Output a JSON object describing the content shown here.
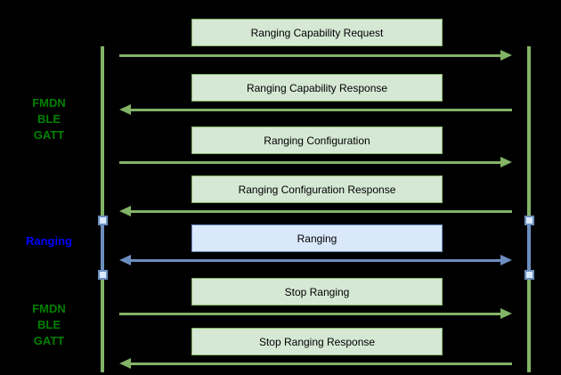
{
  "diagram": {
    "type": "sequence-diagram",
    "colors": {
      "background": "#000000",
      "green_box_fill": "#d5e8d4",
      "green_box_border": "#82b366",
      "green_arrow": "#82b366",
      "blue_box_fill": "#dae8fc",
      "blue_box_border": "#6c8ebf",
      "blue_arrow": "#6c8ebf",
      "phase_green_text": "#008000",
      "phase_blue_text": "#0000ff",
      "message_text": "#000000"
    },
    "phases": [
      {
        "lines": [
          "FMDN",
          "BLE",
          "GATT"
        ],
        "color": "#008000"
      },
      {
        "lines": [
          "Ranging"
        ],
        "color": "#0000ff"
      },
      {
        "lines": [
          "FMDN",
          "BLE",
          "GATT"
        ],
        "color": "#008000"
      }
    ],
    "messages": [
      {
        "label": "Ranging Capability Request",
        "direction": "right",
        "theme": "green"
      },
      {
        "label": "Ranging Capability Response",
        "direction": "left",
        "theme": "green"
      },
      {
        "label": "Ranging Configuration",
        "direction": "right",
        "theme": "green"
      },
      {
        "label": "Ranging Configuration Response",
        "direction": "left",
        "theme": "green"
      },
      {
        "label": "Ranging",
        "direction": "both",
        "theme": "blue"
      },
      {
        "label": "Stop Ranging",
        "direction": "right",
        "theme": "green"
      },
      {
        "label": "Stop Ranging Response",
        "direction": "left",
        "theme": "green"
      }
    ]
  }
}
